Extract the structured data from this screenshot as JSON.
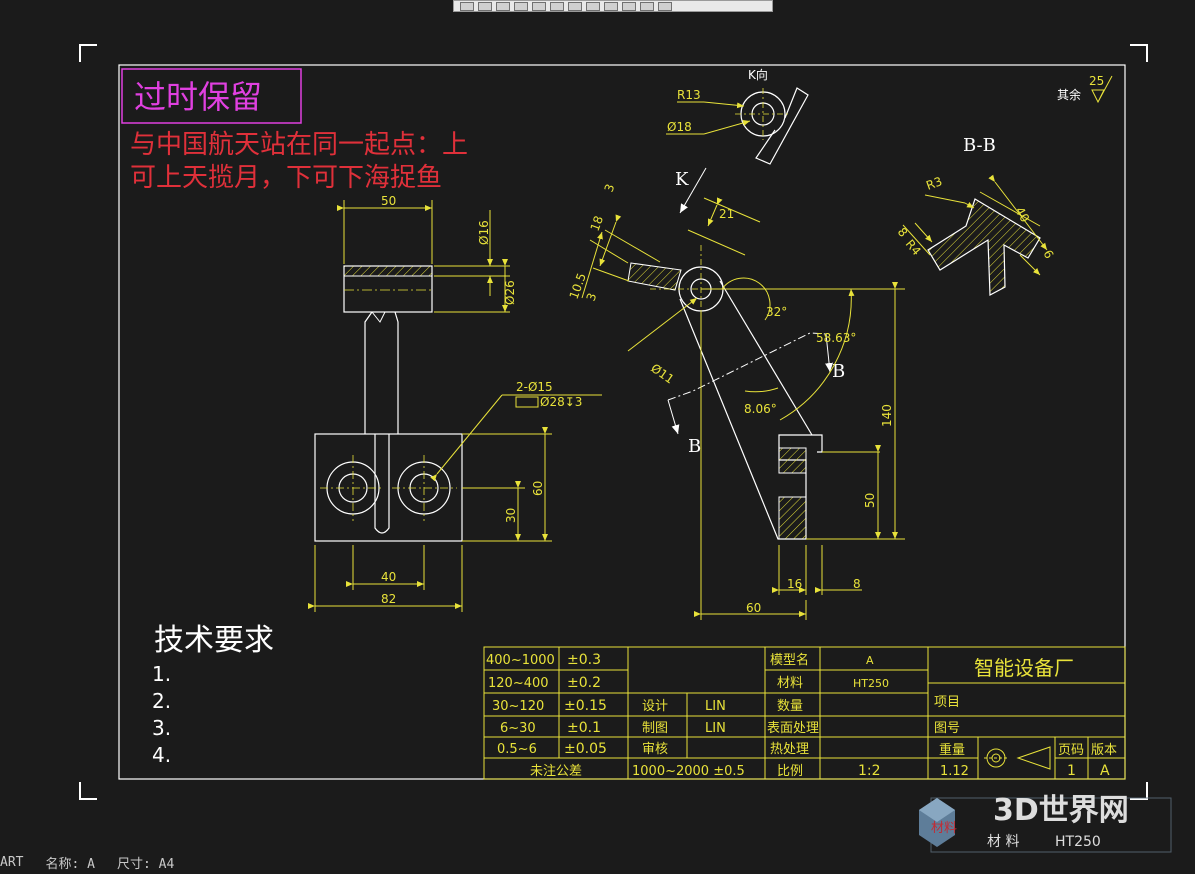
{
  "toolbar": {
    "button_count": 12
  },
  "status": {
    "part_label": "ART",
    "name_label": "名称: A",
    "size_label": "尺寸: A4"
  },
  "stamp_box": {
    "label": "过时保留"
  },
  "subtitle": {
    "line1": "与中国航天站在同一起点：上",
    "line2": "可上天揽月，下可下海捉鱼"
  },
  "views": {
    "k_view_title": "K向",
    "bb_title": "B-B",
    "k_mark": "K",
    "b_mark": "B"
  },
  "roughness": {
    "label": "其余",
    "value": "25"
  },
  "dims": {
    "front_top_width": "50",
    "dia16": "Ø16",
    "dia26": "Ø26",
    "hole_note1": "2-Ø15",
    "hole_note2": "Ø28↧3",
    "front_60": "60",
    "front_30": "30",
    "front_40": "40",
    "front_82": "82",
    "r13": "R13",
    "dia18": "Ø18",
    "d3": "3",
    "d18": "18",
    "d10_5": "10.5",
    "d3b": "3",
    "d21": "21",
    "dia11": "Ø11",
    "a32": "32°",
    "a58": "58.63°",
    "a8": "8.06°",
    "d140": "140",
    "d50": "50",
    "d16": "16",
    "d8": "8",
    "d60": "60",
    "r3": "R3",
    "r4": "R4",
    "d8b": "8",
    "d40": "40",
    "d6": "6"
  },
  "tech": {
    "title": "技术要求",
    "items": [
      "1.",
      "2.",
      "3.",
      "4."
    ]
  },
  "title_block": {
    "tolerances": [
      [
        "400~1000",
        "±0.3"
      ],
      [
        "120~400",
        "±0.2"
      ],
      [
        "30~120",
        "±0.15"
      ],
      [
        "6~30",
        "±0.1"
      ],
      [
        "0.5~6",
        "±0.05"
      ]
    ],
    "untolerance_label": "未注公差",
    "extra_tol": "1000~2000 ±0.5",
    "design_label": "设计",
    "design_value": "LIN",
    "draw_label": "制图",
    "draw_value": "LIN",
    "check_label": "审核",
    "model_label": "模型名",
    "model_value": "A",
    "material_label": "材料",
    "material_value": "HT250",
    "qty_label": "数量",
    "surface_label": "表面处理",
    "heat_label": "热处理",
    "scale_label": "比例",
    "scale_value": "1:2",
    "company": "智能设备厂",
    "project_label": "项目",
    "drawing_no_label": "图号",
    "weight_label": "重量",
    "weight_value": "1.12",
    "page_label": "页码",
    "page_value": "1",
    "version_label": "版本",
    "version_value": "A"
  },
  "watermark": {
    "brand": "3D世界网",
    "sub": "材料",
    "material": "材 料",
    "material_value": "HT250"
  },
  "colors": {
    "frame": "#ffffff",
    "dim": "#e8e23a",
    "text_yellow": "#e8e23a",
    "red": "#e0303a",
    "magenta": "#e040e0",
    "green": "#3ad36a"
  }
}
